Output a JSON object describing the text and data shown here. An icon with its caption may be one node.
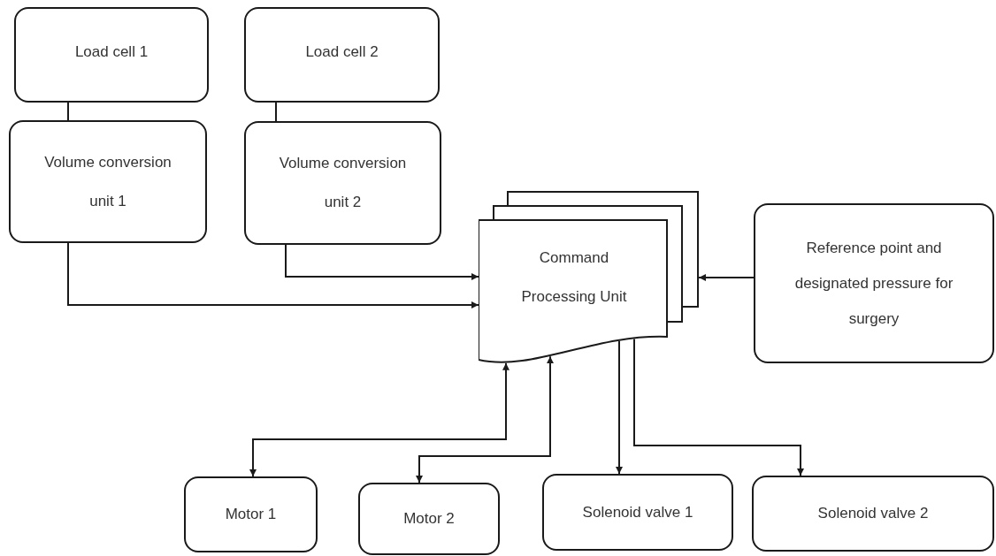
{
  "diagram": {
    "nodes": [
      {
        "text": [
          "Load cell 1"
        ]
      },
      {
        "text": [
          "Load cell 2"
        ]
      },
      {
        "text": [
          "Volume conversion unit 1"
        ]
      },
      {
        "text": [
          "Volume conversion unit 2"
        ]
      },
      {
        "text": [
          "Command Processing Unit"
        ]
      },
      {
        "text": [
          "Reference point and designated pressure for surgery"
        ]
      },
      {
        "text": [
          "Motor 1"
        ]
      },
      {
        "text": [
          "Motor 2"
        ]
      },
      {
        "text": [
          "Solenoid valve 1"
        ]
      },
      {
        "text": [
          "Solenoid valve 2"
        ]
      }
    ],
    "edges": [
      {
        "from": 0,
        "to": 2,
        "arrow": "none"
      },
      {
        "from": 1,
        "to": 3,
        "arrow": "none"
      },
      {
        "from": 3,
        "to": 4,
        "arrow": "to"
      },
      {
        "from": 2,
        "to": 4,
        "arrow": "to"
      },
      {
        "from": 5,
        "to": 4,
        "arrow": "to"
      },
      {
        "from": 4,
        "to": 6,
        "arrow": "both"
      },
      {
        "from": 4,
        "to": 7,
        "arrow": "both"
      },
      {
        "from": 4,
        "to": 8,
        "arrow": "to"
      },
      {
        "from": 4,
        "to": 9,
        "arrow": "to"
      }
    ]
  }
}
